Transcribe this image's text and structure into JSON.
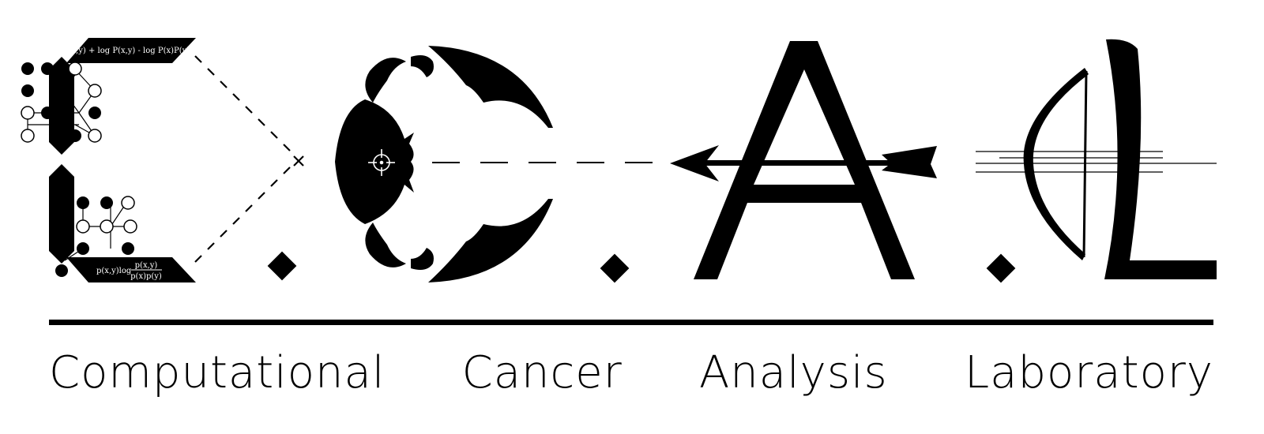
{
  "logo": {
    "letters": [
      "C",
      "C",
      "A",
      "L"
    ],
    "formula_top": "P(x,y) + log P(x,y) - log P(x)P(y)",
    "formula_bottom_lead": "p(x,y)log",
    "formula_bottom_numerator": "p(x,y)",
    "formula_bottom_denominator": "p(x)p(y)"
  },
  "caption": {
    "words": [
      "Computational",
      "Cancer",
      "Analysis",
      "Laboratory"
    ]
  },
  "colors": {
    "ink": "#000000",
    "background": "#ffffff"
  }
}
